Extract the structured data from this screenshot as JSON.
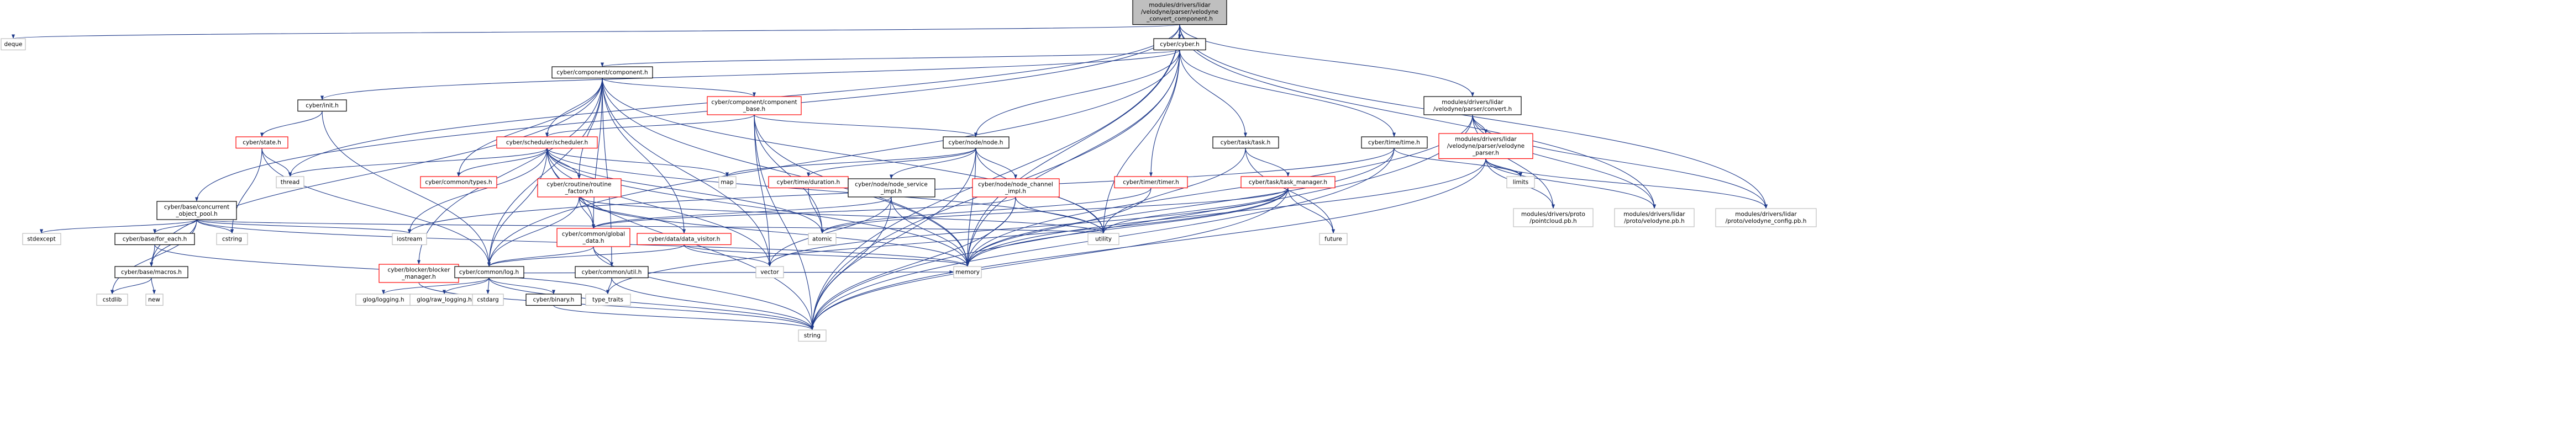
{
  "colors": {
    "edge": "#1f3a8a",
    "root_fill": "#bfbfbf",
    "normal_border": "#000000",
    "red_border": "#ff0000",
    "gray_border": "#bfbfbf",
    "text": "#000000"
  },
  "nodes": [
    {
      "id": "root",
      "lines": [
        "modules/drivers/lidar",
        "/velodyne/parser/velodyne",
        "_convert_component.h"
      ],
      "style": "root"
    },
    {
      "id": "deque",
      "lines": [
        "deque"
      ],
      "style": "plain"
    },
    {
      "id": "cyber_h",
      "lines": [
        "cyber/cyber.h"
      ],
      "style": "normal"
    },
    {
      "id": "convert_h",
      "lines": [
        "modules/drivers/lidar",
        "/velodyne/parser/convert.h"
      ],
      "style": "normal"
    },
    {
      "id": "component_h",
      "lines": [
        "cyber/component/component.h"
      ],
      "style": "normal"
    },
    {
      "id": "init_h",
      "lines": [
        "cyber/init.h"
      ],
      "style": "normal"
    },
    {
      "id": "comp_base_h",
      "lines": [
        "cyber/component/component",
        "_base.h"
      ],
      "style": "red"
    },
    {
      "id": "state_h",
      "lines": [
        "cyber/state.h"
      ],
      "style": "red"
    },
    {
      "id": "scheduler_h",
      "lines": [
        "cyber/scheduler/scheduler.h"
      ],
      "style": "red"
    },
    {
      "id": "node_h",
      "lines": [
        "cyber/node/node.h"
      ],
      "style": "normal"
    },
    {
      "id": "task_h",
      "lines": [
        "cyber/task/task.h"
      ],
      "style": "normal"
    },
    {
      "id": "time_h",
      "lines": [
        "cyber/time/time.h"
      ],
      "style": "normal"
    },
    {
      "id": "velodyne_parser_h",
      "lines": [
        "modules/drivers/lidar",
        "/velodyne/parser/velodyne",
        "_parser.h"
      ],
      "style": "red"
    },
    {
      "id": "concurrent_pool",
      "lines": [
        "cyber/base/concurrent",
        "_object_pool.h"
      ],
      "style": "normal"
    },
    {
      "id": "thread",
      "lines": [
        "thread"
      ],
      "style": "plain"
    },
    {
      "id": "common_types",
      "lines": [
        "cyber/common/types.h"
      ],
      "style": "red"
    },
    {
      "id": "routine_factory",
      "lines": [
        "cyber/croutine/routine",
        "_factory.h"
      ],
      "style": "red"
    },
    {
      "id": "map",
      "lines": [
        "map"
      ],
      "style": "plain"
    },
    {
      "id": "duration_h",
      "lines": [
        "cyber/time/duration.h"
      ],
      "style": "red"
    },
    {
      "id": "node_service",
      "lines": [
        "cyber/node/node_service",
        "_impl.h"
      ],
      "style": "normal"
    },
    {
      "id": "node_channel",
      "lines": [
        "cyber/node/node_channel",
        "_impl.h"
      ],
      "style": "red"
    },
    {
      "id": "timer_h",
      "lines": [
        "cyber/timer/timer.h"
      ],
      "style": "red"
    },
    {
      "id": "task_manager",
      "lines": [
        "cyber/task/task_manager.h"
      ],
      "style": "red"
    },
    {
      "id": "limits",
      "lines": [
        "limits"
      ],
      "style": "plain"
    },
    {
      "id": "pointcloud_pb",
      "lines": [
        "modules/drivers/proto",
        "/pointcloud.pb.h"
      ],
      "style": "plain"
    },
    {
      "id": "lidar_velodyne_pb",
      "lines": [
        "modules/drivers/lidar",
        "/proto/velodyne.pb.h"
      ],
      "style": "plain"
    },
    {
      "id": "lidar_velodyne_config_pb",
      "lines": [
        "modules/drivers/lidar",
        "/proto/velodyne_config.pb.h"
      ],
      "style": "plain"
    },
    {
      "id": "stdexcept",
      "lines": [
        "stdexcept"
      ],
      "style": "plain"
    },
    {
      "id": "base_for_each",
      "lines": [
        "cyber/base/for_each.h"
      ],
      "style": "normal"
    },
    {
      "id": "cstring",
      "lines": [
        "cstring"
      ],
      "style": "plain"
    },
    {
      "id": "iostream",
      "lines": [
        "iostream"
      ],
      "style": "plain"
    },
    {
      "id": "blocker_manager",
      "lines": [
        "cyber/blocker/blocker",
        "_manager.h"
      ],
      "style": "red"
    },
    {
      "id": "common_global",
      "lines": [
        "cyber/common/global",
        "_data.h"
      ],
      "style": "red"
    },
    {
      "id": "data_visitor",
      "lines": [
        "cyber/data/data_visitor.h"
      ],
      "style": "red"
    },
    {
      "id": "atomic",
      "lines": [
        "atomic"
      ],
      "style": "plain"
    },
    {
      "id": "utility",
      "lines": [
        "utility"
      ],
      "style": "plain"
    },
    {
      "id": "future",
      "lines": [
        "future"
      ],
      "style": "plain"
    },
    {
      "id": "base_macros",
      "lines": [
        "cyber/base/macros.h"
      ],
      "style": "normal"
    },
    {
      "id": "common_log",
      "lines": [
        "cyber/common/log.h"
      ],
      "style": "normal"
    },
    {
      "id": "common_util",
      "lines": [
        "cyber/common/util.h"
      ],
      "style": "normal"
    },
    {
      "id": "vector",
      "lines": [
        "vector"
      ],
      "style": "plain"
    },
    {
      "id": "memory",
      "lines": [
        "memory"
      ],
      "style": "plain"
    },
    {
      "id": "cstdlib",
      "lines": [
        "cstdlib"
      ],
      "style": "plain"
    },
    {
      "id": "new",
      "lines": [
        "new"
      ],
      "style": "plain"
    },
    {
      "id": "type_traits",
      "lines": [
        "type_traits"
      ],
      "style": "plain"
    },
    {
      "id": "glog_logging",
      "lines": [
        "glog/logging.h"
      ],
      "style": "plain"
    },
    {
      "id": "glog_raw_logging",
      "lines": [
        "glog/raw_logging.h"
      ],
      "style": "plain"
    },
    {
      "id": "cstdarg",
      "lines": [
        "cstdarg"
      ],
      "style": "plain"
    },
    {
      "id": "binary_h",
      "lines": [
        "cyber/binary.h"
      ],
      "style": "normal"
    },
    {
      "id": "string",
      "lines": [
        "string"
      ],
      "style": "plain"
    }
  ],
  "edges": [
    [
      "root",
      "deque"
    ],
    [
      "root",
      "cyber_h"
    ],
    [
      "root",
      "convert_h"
    ],
    [
      "root",
      "concurrent_pool"
    ],
    [
      "root",
      "thread"
    ],
    [
      "root",
      "string"
    ],
    [
      "root",
      "memory"
    ],
    [
      "root",
      "lidar_velodyne_pb"
    ],
    [
      "root",
      "lidar_velodyne_config_pb"
    ],
    [
      "cyber_h",
      "component_h"
    ],
    [
      "cyber_h",
      "init_h"
    ],
    [
      "cyber_h",
      "node_h"
    ],
    [
      "cyber_h",
      "task_h"
    ],
    [
      "cyber_h",
      "time_h"
    ],
    [
      "cyber_h",
      "timer_h"
    ],
    [
      "cyber_h",
      "utility"
    ],
    [
      "cyber_h",
      "memory"
    ],
    [
      "cyber_h",
      "string"
    ],
    [
      "cyber_h",
      "common_log"
    ],
    [
      "convert_h",
      "velodyne_parser_h"
    ],
    [
      "convert_h",
      "pointcloud_pb"
    ],
    [
      "convert_h",
      "lidar_velodyne_pb"
    ],
    [
      "convert_h",
      "lidar_velodyne_config_pb"
    ],
    [
      "convert_h",
      "memory"
    ],
    [
      "convert_h",
      "string"
    ],
    [
      "component_h",
      "comp_base_h"
    ],
    [
      "component_h",
      "scheduler_h"
    ],
    [
      "component_h",
      "common_types"
    ],
    [
      "component_h",
      "routine_factory"
    ],
    [
      "component_h",
      "common_global"
    ],
    [
      "component_h",
      "data_visitor"
    ],
    [
      "component_h",
      "blocker_manager"
    ],
    [
      "component_h",
      "common_log"
    ],
    [
      "component_h",
      "base_macros"
    ],
    [
      "component_h",
      "vector"
    ],
    [
      "component_h",
      "memory"
    ],
    [
      "component_h",
      "utility"
    ],
    [
      "component_h",
      "common_util"
    ],
    [
      "init_h",
      "state_h"
    ],
    [
      "init_h",
      "common_log"
    ],
    [
      "state_h",
      "thread"
    ],
    [
      "state_h",
      "cstring"
    ],
    [
      "state_h",
      "common_log"
    ],
    [
      "comp_base_h",
      "scheduler_h"
    ],
    [
      "comp_base_h",
      "node_h"
    ],
    [
      "comp_base_h",
      "atomic"
    ],
    [
      "comp_base_h",
      "memory"
    ],
    [
      "comp_base_h",
      "string"
    ],
    [
      "comp_base_h",
      "vector"
    ],
    [
      "scheduler_h",
      "thread"
    ],
    [
      "scheduler_h",
      "common_types"
    ],
    [
      "scheduler_h",
      "routine_factory"
    ],
    [
      "scheduler_h",
      "map"
    ],
    [
      "scheduler_h",
      "atomic"
    ],
    [
      "scheduler_h",
      "memory"
    ],
    [
      "scheduler_h",
      "vector"
    ],
    [
      "scheduler_h",
      "string"
    ],
    [
      "scheduler_h",
      "common_log"
    ],
    [
      "scheduler_h",
      "iostream"
    ],
    [
      "scheduler_h",
      "utility"
    ],
    [
      "scheduler_h",
      "common_global"
    ],
    [
      "node_h",
      "map"
    ],
    [
      "node_h",
      "node_service"
    ],
    [
      "node_h",
      "node_channel"
    ],
    [
      "node_h",
      "duration_h"
    ],
    [
      "node_h",
      "memory"
    ],
    [
      "node_h",
      "string"
    ],
    [
      "node_h",
      "utility"
    ],
    [
      "task_h",
      "task_manager"
    ],
    [
      "task_h",
      "future"
    ],
    [
      "task_h",
      "utility"
    ],
    [
      "time_h",
      "limits"
    ],
    [
      "time_h",
      "iostream"
    ],
    [
      "time_h",
      "string"
    ],
    [
      "time_h",
      "memory"
    ],
    [
      "velodyne_parser_h",
      "limits"
    ],
    [
      "velodyne_parser_h",
      "pointcloud_pb"
    ],
    [
      "velodyne_parser_h",
      "lidar_velodyne_pb"
    ],
    [
      "velodyne_parser_h",
      "lidar_velodyne_config_pb"
    ],
    [
      "velodyne_parser_h",
      "memory"
    ],
    [
      "velodyne_parser_h",
      "string"
    ],
    [
      "concurrent_pool",
      "stdexcept"
    ],
    [
      "concurrent_pool",
      "base_for_each"
    ],
    [
      "concurrent_pool",
      "cstring"
    ],
    [
      "concurrent_pool",
      "iostream"
    ],
    [
      "concurrent_pool",
      "base_macros"
    ],
    [
      "concurrent_pool",
      "cstdlib"
    ],
    [
      "concurrent_pool",
      "memory"
    ],
    [
      "concurrent_pool",
      "utility"
    ],
    [
      "routine_factory",
      "common_global"
    ],
    [
      "routine_factory",
      "data_visitor"
    ],
    [
      "routine_factory",
      "common_log"
    ],
    [
      "routine_factory",
      "utility"
    ],
    [
      "routine_factory",
      "memory"
    ],
    [
      "duration_h",
      "atomic"
    ],
    [
      "node_service",
      "common_global"
    ],
    [
      "node_service",
      "memory"
    ],
    [
      "node_service",
      "string"
    ],
    [
      "node_service",
      "vector"
    ],
    [
      "node_channel",
      "memory"
    ],
    [
      "node_channel",
      "string"
    ],
    [
      "node_channel",
      "utility"
    ],
    [
      "node_channel",
      "common_global"
    ],
    [
      "timer_h",
      "atomic"
    ],
    [
      "timer_h",
      "memory"
    ],
    [
      "task_manager",
      "atomic"
    ],
    [
      "task_manager",
      "future"
    ],
    [
      "task_manager",
      "memory"
    ],
    [
      "task_manager",
      "string"
    ],
    [
      "task_manager",
      "utility"
    ],
    [
      "task_manager",
      "vector"
    ],
    [
      "task_manager",
      "type_traits"
    ],
    [
      "base_for_each",
      "base_macros"
    ],
    [
      "base_for_each",
      "type_traits"
    ],
    [
      "blocker_manager",
      "memory"
    ],
    [
      "blocker_manager",
      "string"
    ],
    [
      "common_global",
      "common_util"
    ],
    [
      "common_global",
      "common_log"
    ],
    [
      "common_global",
      "string"
    ],
    [
      "data_visitor",
      "common_log"
    ],
    [
      "data_visitor",
      "vector"
    ],
    [
      "data_visitor",
      "memory"
    ],
    [
      "base_macros",
      "cstdlib"
    ],
    [
      "base_macros",
      "new"
    ],
    [
      "common_log",
      "glog_logging"
    ],
    [
      "common_log",
      "glog_raw_logging"
    ],
    [
      "common_log",
      "cstdarg"
    ],
    [
      "common_log",
      "binary_h"
    ],
    [
      "common_log",
      "string"
    ],
    [
      "common_util",
      "type_traits"
    ],
    [
      "common_util",
      "string"
    ],
    [
      "binary_h",
      "string"
    ]
  ]
}
